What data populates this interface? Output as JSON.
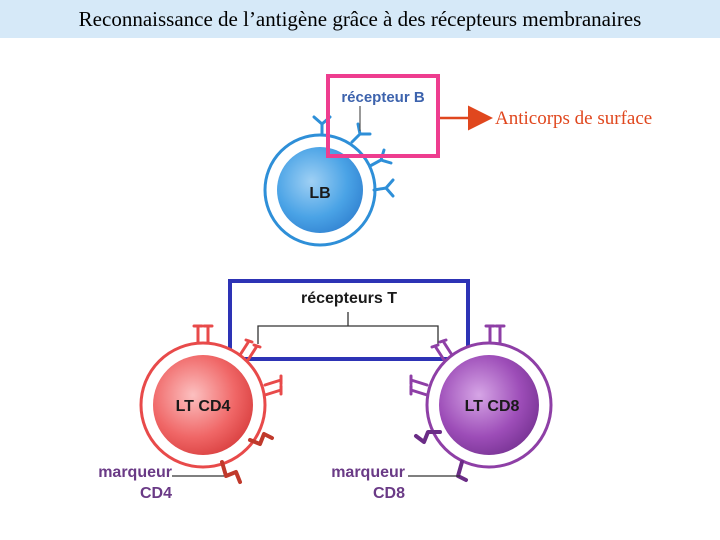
{
  "title": "Reconnaissance de l’antigène grâce à des récepteurs membranaires",
  "labels": {
    "recepteur_b": "récepteur B",
    "anticorps": "Anticorps de surface",
    "lb": "LB",
    "recepteurs_t": "récepteurs T",
    "lt_cd4": "LT CD4",
    "lt_cd8": "LT CD8",
    "marqueur_cd4_line1": "marqueur",
    "marqueur_cd4_line2": "CD4",
    "marqueur_cd8_line1": "marqueur",
    "marqueur_cd8_line2": "CD8"
  },
  "colors": {
    "title_bg": "#d6e9f8",
    "lb_cell": "#2e8fd8",
    "lt_cd4_cell": "#e84a4a",
    "lt_cd8_cell": "#8e3fa6",
    "receptor_b_box": "#ee3d8f",
    "receptor_t_box": "#2d33b5",
    "arrow": "#e0471e",
    "anticorps_text": "#e0471e",
    "label_text_blue": "#3d63ad"
  }
}
